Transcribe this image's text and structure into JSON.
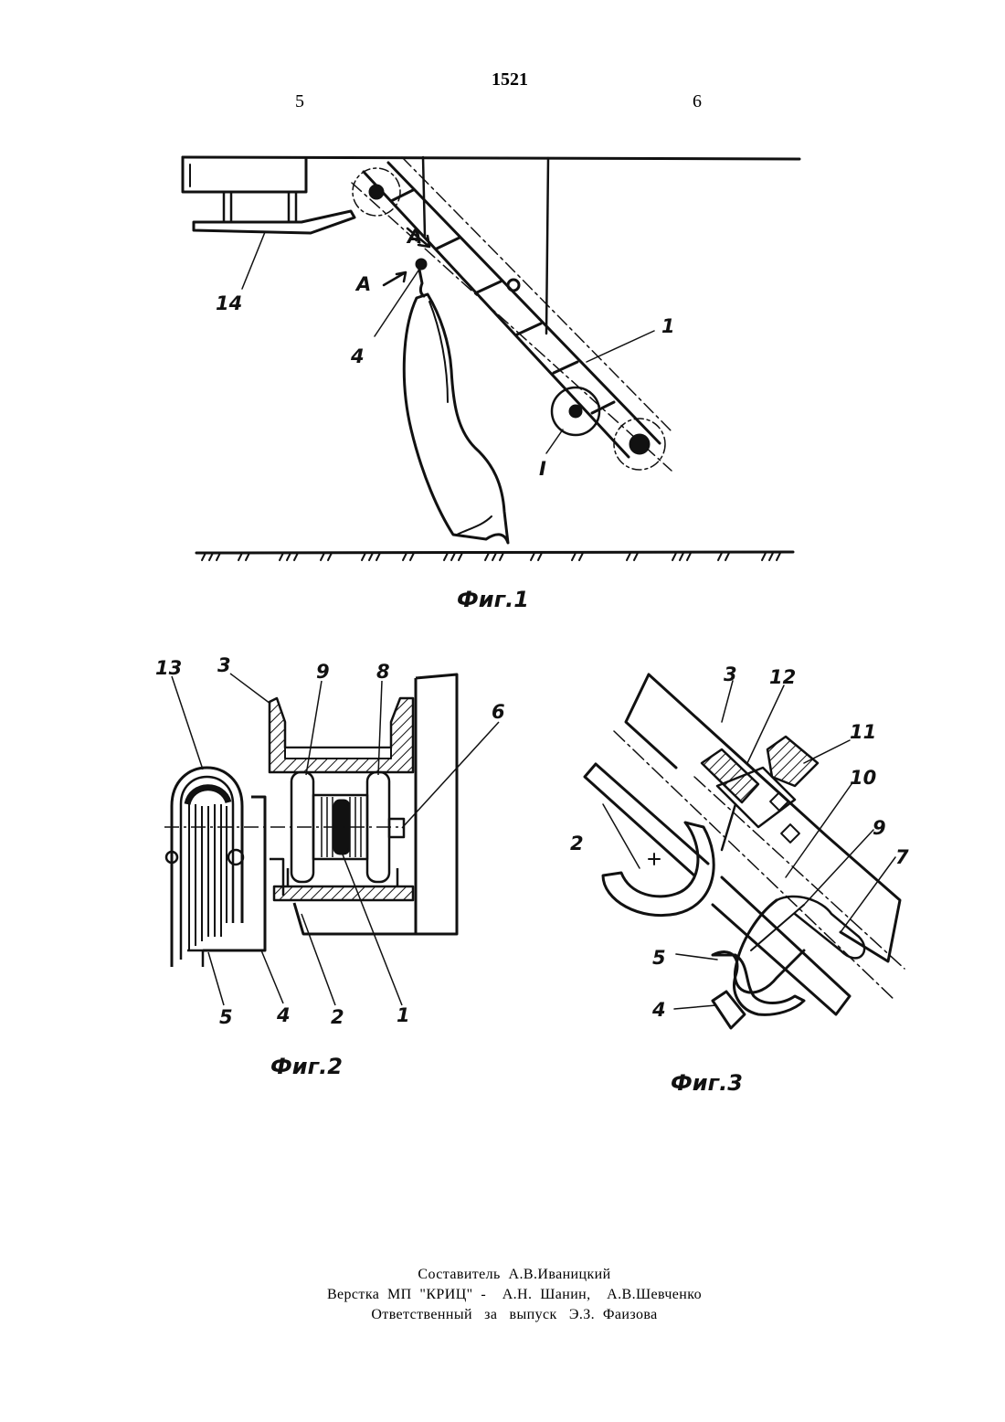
{
  "header": {
    "page_number": "1521",
    "column_left": "5",
    "column_right": "6"
  },
  "figures": {
    "fig1": {
      "caption": "Фиг.1",
      "labels": {
        "l14": "14",
        "l4": "4",
        "l1": "1",
        "lI": "I",
        "lA1": "A",
        "lA2": "A"
      }
    },
    "fig2": {
      "caption": "Фиг.2",
      "labels": {
        "l13": "13",
        "l3": "3",
        "l9": "9",
        "l8": "8",
        "l6": "6",
        "l5": "5",
        "l4": "4",
        "l2": "2",
        "l1": "1"
      }
    },
    "fig3": {
      "caption": "Фиг.3",
      "labels": {
        "l3": "3",
        "l12": "12",
        "l11": "11",
        "l10": "10",
        "l9": "9",
        "l7": "7",
        "l2": "2",
        "l5": "5",
        "l4": "4"
      }
    }
  },
  "footer": {
    "line1": "Составитель  А.В.Иваницкий",
    "line2": "Верстка  МП  \"КРИЦ\"  -    А.Н.  Шанин,    А.В.Шевченко",
    "line3": "Ответственный   за   выпуск   Э.З.  Фаизова"
  }
}
